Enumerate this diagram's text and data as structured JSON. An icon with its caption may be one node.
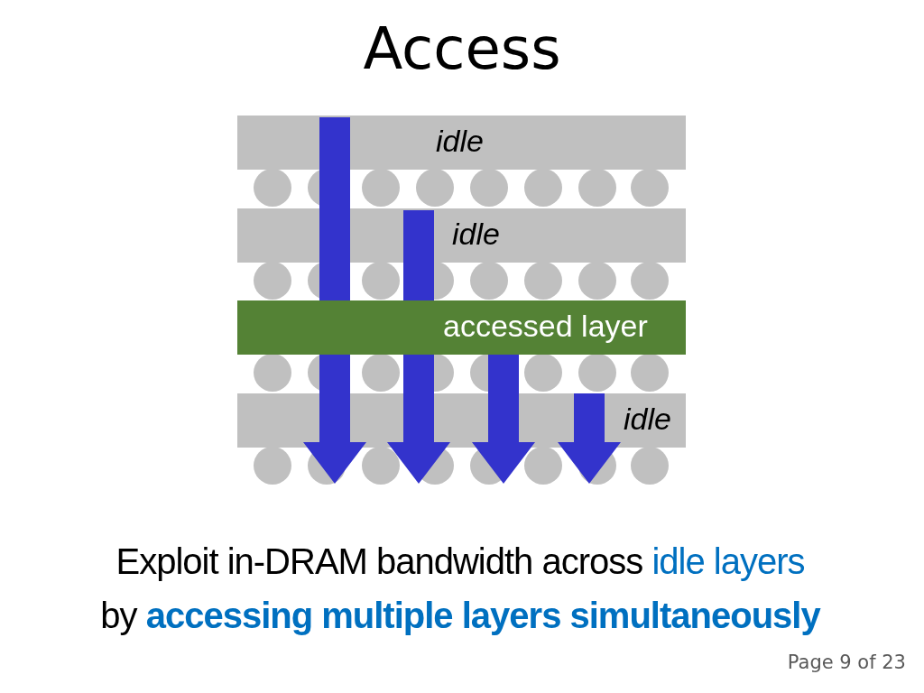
{
  "diagram": {
    "title": "Access",
    "nodes": [
      {
        "text": [
          "idle"
        ]
      },
      {
        "text": [
          "idle"
        ]
      },
      {
        "text": [
          "accessed layer"
        ]
      },
      {
        "text": [
          "idle"
        ]
      }
    ],
    "labels": [
      "Exploit in-DRAM bandwidth across",
      "idle layers",
      "by",
      "accessing multiple layers simultaneously",
      "Page 9 of 23"
    ]
  }
}
